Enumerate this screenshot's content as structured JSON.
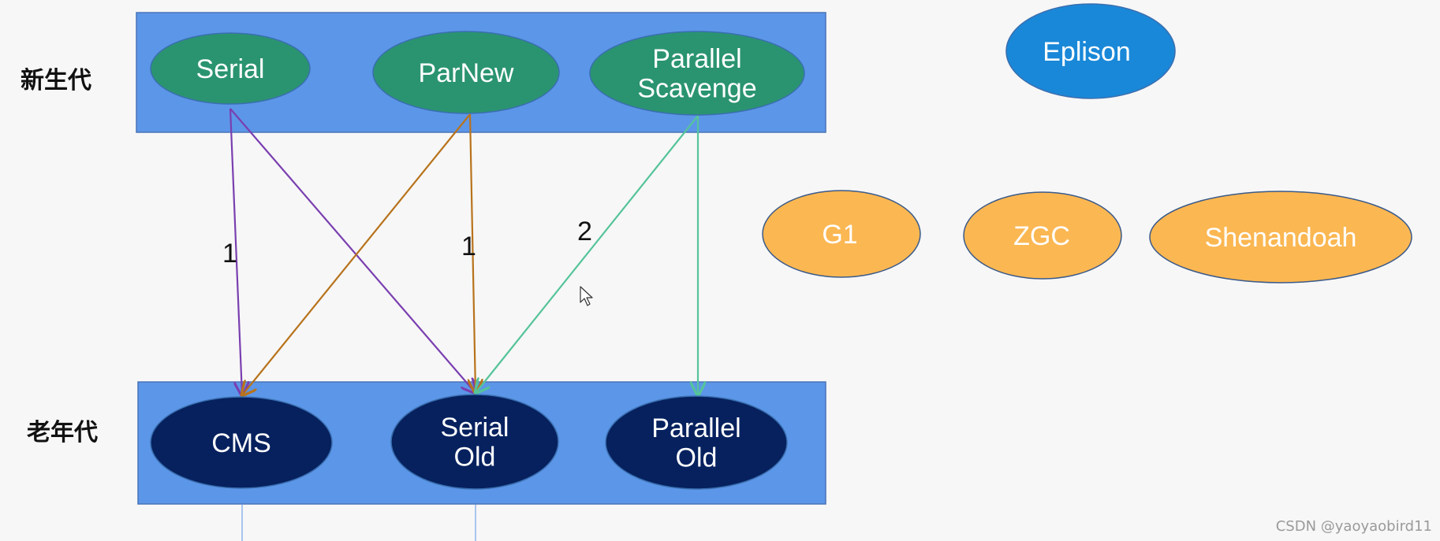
{
  "generations": {
    "young": {
      "label": "新生代"
    },
    "old": {
      "label": "老年代"
    }
  },
  "collectors": {
    "serial": {
      "lines": [
        "Serial"
      ],
      "color": "#2a9470"
    },
    "parnew": {
      "lines": [
        "ParNew"
      ],
      "color": "#2a9470"
    },
    "parallel_scavenge": {
      "lines": [
        "Parallel",
        "Scavenge"
      ],
      "color": "#2a9470"
    },
    "cms": {
      "lines": [
        "CMS"
      ],
      "color": "#06215e"
    },
    "serial_old": {
      "lines": [
        "Serial",
        "Old"
      ],
      "color": "#06215e"
    },
    "parallel_old": {
      "lines": [
        "Parallel",
        "Old"
      ],
      "color": "#06215e"
    },
    "epsilon": {
      "lines": [
        "Eplison"
      ],
      "color": "#1a88d8"
    },
    "g1": {
      "lines": [
        "G1"
      ],
      "color": "#fbb752"
    },
    "zgc": {
      "lines": [
        "ZGC"
      ],
      "color": "#fbb752"
    },
    "shenandoah": {
      "lines": [
        "Shenandoah"
      ],
      "color": "#fbb752"
    }
  },
  "region_color": "#5c96e8",
  "connections": [
    {
      "from": "serial",
      "to": "cms",
      "color": "#7a3fb0",
      "label": "1"
    },
    {
      "from": "serial",
      "to": "serial_old",
      "color": "#7a3fb0",
      "label": ""
    },
    {
      "from": "parnew",
      "to": "cms",
      "color": "#b8731c",
      "label": ""
    },
    {
      "from": "parnew",
      "to": "serial_old",
      "color": "#b8731c",
      "label": "1"
    },
    {
      "from": "parallel_scavenge",
      "to": "serial_old",
      "color": "#55c49a",
      "label": "2"
    },
    {
      "from": "parallel_scavenge",
      "to": "parallel_old",
      "color": "#55c49a",
      "label": ""
    }
  ],
  "watermark": "CSDN @yaoyaobird11"
}
